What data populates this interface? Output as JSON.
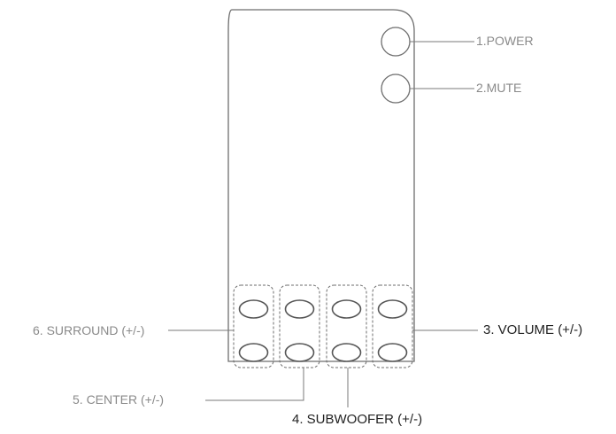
{
  "labels": {
    "power": "1.POWER",
    "mute": "2.MUTE",
    "volume": "3. VOLUME (+/-)",
    "subwoofer": "4. SUBWOOFER (+/-)",
    "center": "5. CENTER (+/-)",
    "surround": "6. SURROUND (+/-)"
  },
  "colors": {
    "outline": "#6e6e6e",
    "leader": "#7a7a7a",
    "label_light": "#8a8a8a",
    "label_dark": "#222222"
  }
}
